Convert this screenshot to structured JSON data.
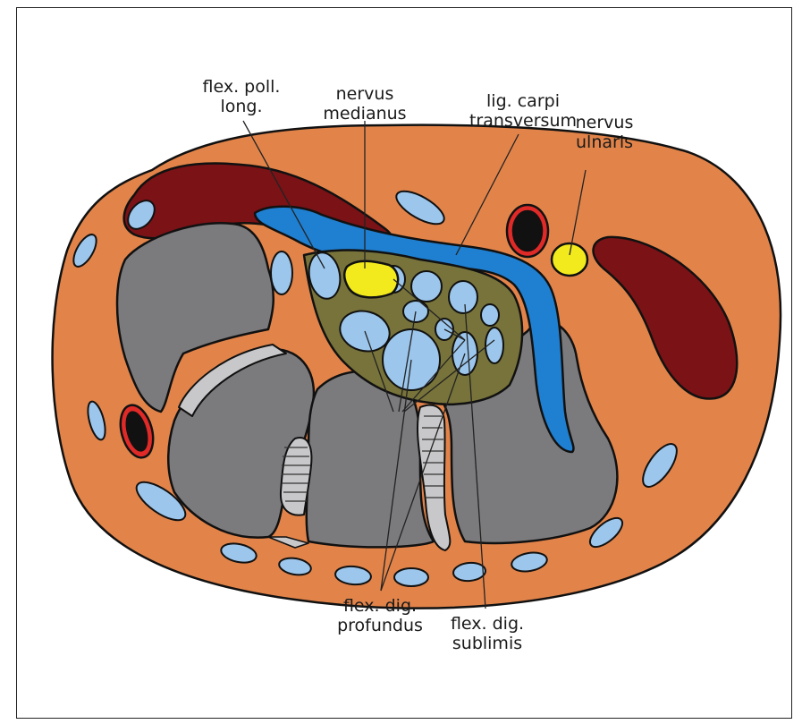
{
  "labels": {
    "flex_poll_long": [
      "flex. poll.",
      "long."
    ],
    "nervus_medianus": [
      "nervus",
      "medianus"
    ],
    "lig_carpi": [
      "lig. carpi",
      "transversum"
    ],
    "nervus_ulnaris": [
      "nervus",
      "ulnaris"
    ],
    "flex_dig_profundus": [
      "flex. dig.",
      "profundus"
    ],
    "flex_dig_sublimis": [
      "flex. dig.",
      "sublimis"
    ]
  },
  "colors": {
    "skin_tissue": "#e2844a",
    "muscle": "#7a1216",
    "bone": "#7b7b7e",
    "ligament": "#1f7fd0",
    "tendon_sheath": "#77733a",
    "tendon": "#9cc6ec",
    "nerve": "#f2ea1c",
    "artery_ring": "#e02a28",
    "vessel_core": "#111111",
    "cartilage": "#c8c8ca"
  }
}
